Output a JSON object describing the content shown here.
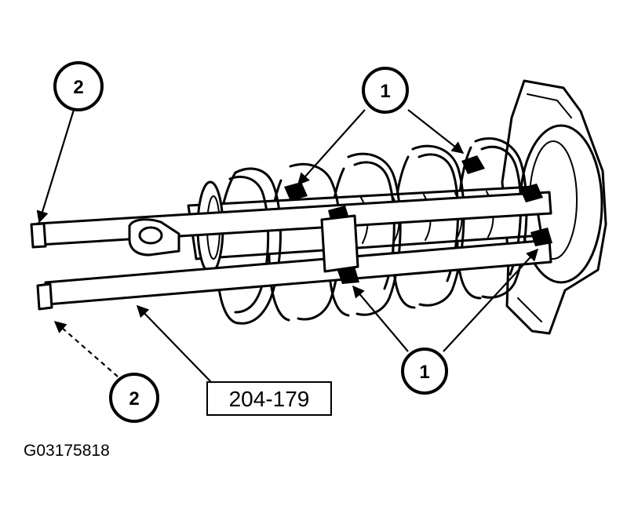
{
  "callouts": {
    "top_left": "2",
    "top_center": "1",
    "bottom_right": "1",
    "bottom_left": "2"
  },
  "tool_label": "204-179",
  "figure_id": "G03175818"
}
